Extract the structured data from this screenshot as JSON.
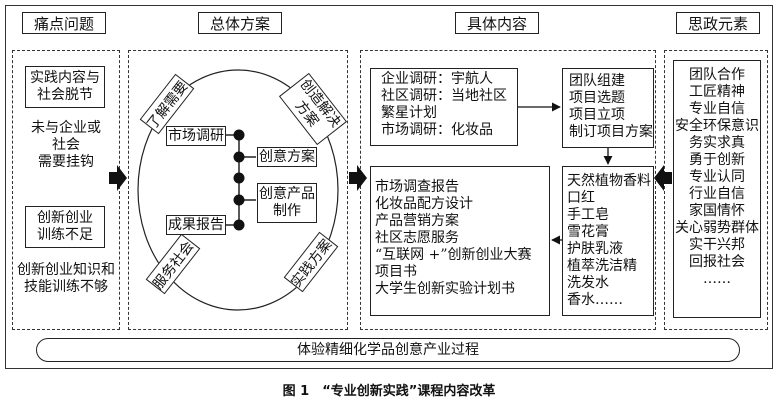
{
  "headers": {
    "col1": "痛点问题",
    "col2": "总体方案",
    "col3": "具体内容",
    "col4": "思政元素"
  },
  "pain_points": {
    "box1": [
      "实践内容与",
      "社会脱节"
    ],
    "text1": [
      "未与企业或",
      "社会",
      "需要挂钩"
    ],
    "box2": [
      "创新创业",
      "训练不足"
    ],
    "text2": [
      "创新创业知识和",
      "技能训练不够"
    ]
  },
  "overall": {
    "arc_top_left": "了解需要",
    "arc_top_right": "创造解决方案",
    "arc_bottom_left": "服务社会",
    "arc_bottom_right": "实践方案",
    "node_market": "市场调研",
    "node_idea": "创意方案",
    "node_product": [
      "创意产品",
      "制作"
    ],
    "node_report": "成果报告"
  },
  "content": {
    "research": [
      "企业调研：宇航人",
      "社区调研：当地社区",
      "繁星计划",
      "市场调研：化妆品"
    ],
    "team": [
      "团队组建",
      "项目选题",
      "项目立项",
      "制订项目方案"
    ],
    "outputs": [
      "市场调查报告",
      "化妆品配方设计",
      "产品营销方案",
      "社区志愿服务",
      "“互联网 +”创新创业大赛",
      "项目书",
      "大学生创新实验计划书"
    ],
    "products": [
      "天然植物香料",
      "口红",
      "手工皂",
      "雪花膏",
      "护肤乳液",
      "植萃洗洁精",
      "洗发水",
      "香水……"
    ]
  },
  "ideology": [
    "团队合作",
    "工匠精神",
    "专业自信",
    "安全环保意识",
    "务实求真",
    "勇于创新",
    "专业认同",
    "行业自信",
    "家国情怀",
    "关心弱势群体",
    "实干兴邦",
    "回报社会",
    "……"
  ],
  "bottom_process": "体验精细化学品创意产业过程",
  "caption": "图 1　“专业创新实践”课程内容改革"
}
